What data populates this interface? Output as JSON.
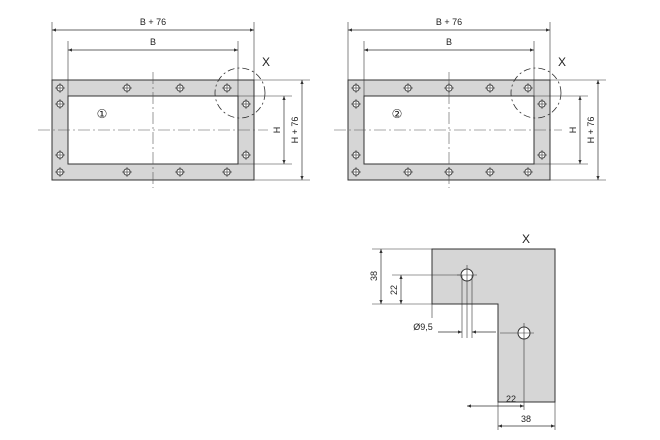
{
  "colors": {
    "frame_fill": "#d6d6d6",
    "line": "#333333"
  },
  "views": [
    {
      "id": "frame-1",
      "marker": "①",
      "dim_outer_width": "B + 76",
      "dim_inner_width": "B",
      "dim_inner_height": "H",
      "dim_outer_height": "H + 76",
      "detail_callout": "X"
    },
    {
      "id": "frame-2",
      "marker": "②",
      "dim_outer_width": "B + 76",
      "dim_inner_width": "B",
      "dim_inner_height": "H",
      "dim_outer_height": "H + 76",
      "detail_callout": "X"
    }
  ],
  "detail": {
    "title": "X",
    "dim_corner_height": "38",
    "dim_hole_offset_vertical": "22",
    "dim_hole_diameter": "Ø9,5",
    "dim_hole_offset_horizontal": "22",
    "dim_corner_width": "38"
  }
}
